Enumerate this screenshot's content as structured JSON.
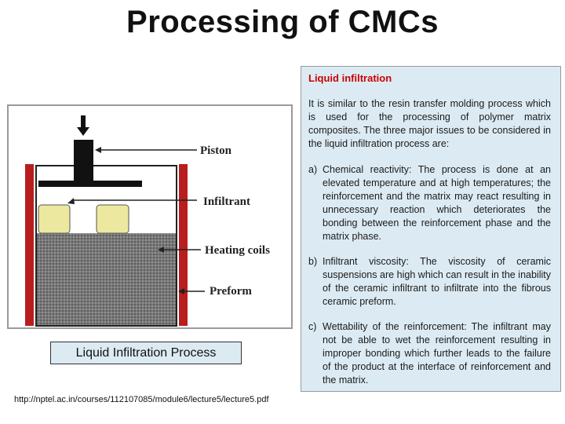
{
  "slide": {
    "title": "Processing of CMCs",
    "source_url": "http://nptel.ac.in/courses/112107085/module6/lecture5/lecture5.pdf"
  },
  "figure": {
    "caption": "Liquid Infiltration Process",
    "labels": {
      "piston": "Piston",
      "infiltrant": "Infiltrant",
      "heating_coils": "Heating coils",
      "preform": "Preform"
    },
    "colors": {
      "heating_coil": "#b81e1e",
      "infiltrant": "#ece8a0",
      "preform": "#6e6e6e",
      "piston": "#111111"
    }
  },
  "panel": {
    "heading": "Liquid infiltration",
    "intro": "It is similar to the resin transfer molding process which is used for the processing of polymer matrix composites. The three major issues to be considered in the liquid infiltration process are:",
    "items": [
      {
        "marker": "a)",
        "text": "Chemical reactivity: The process is done at an elevated temperature and at high temperatures; the reinforcement and the matrix may react resulting in unnecessary reaction which deteriorates the bonding between the reinforcement phase and the matrix phase."
      },
      {
        "marker": "b)",
        "text": "Infiltrant viscosity: The viscosity of ceramic suspensions are high which can result in the inability of the ceramic infiltrant to infiltrate into the fibrous ceramic preform."
      },
      {
        "marker": "c)",
        "text": "Wettability of the reinforcement: The infiltrant may not be able to wet the reinforcement resulting in improper bonding which further leads to the failure of the product at the interface of reinforcement and the matrix."
      }
    ]
  }
}
